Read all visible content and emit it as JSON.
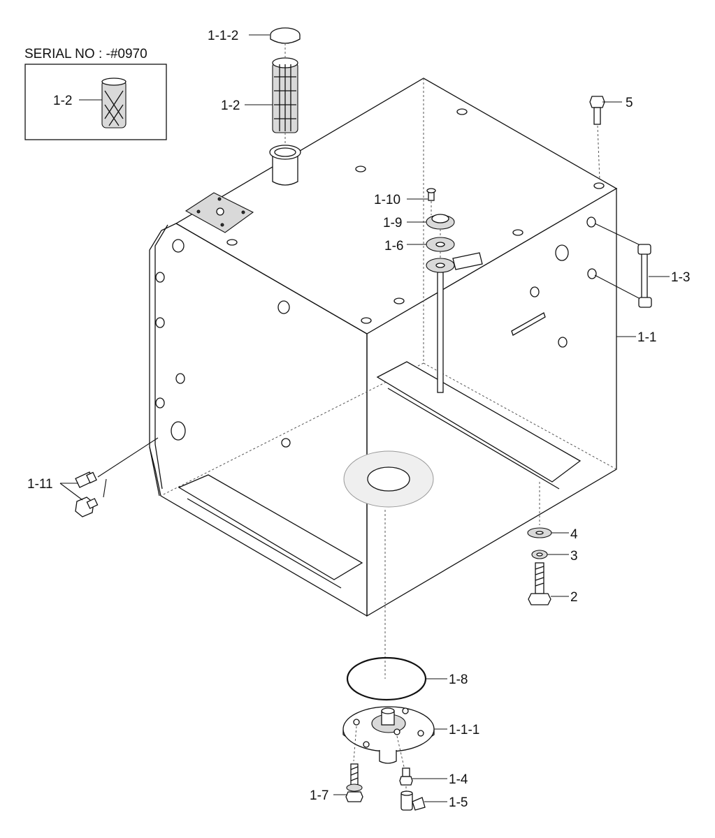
{
  "serial_note": "SERIAL NO : -#0970",
  "labels": {
    "p_1_1_2": "1-1-2",
    "p_1_2_inset": "1-2",
    "p_1_2": "1-2",
    "p_5": "5",
    "p_1_10": "1-10",
    "p_1_9": "1-9",
    "p_1_6": "1-6",
    "p_1_3": "1-3",
    "p_1_1": "1-1",
    "p_1_11": "1-11",
    "p_4": "4",
    "p_3": "3",
    "p_2": "2",
    "p_1_8": "1-8",
    "p_1_1_1": "1-1-1",
    "p_1_4": "1-4",
    "p_1_7": "1-7",
    "p_1_5": "1-5"
  }
}
